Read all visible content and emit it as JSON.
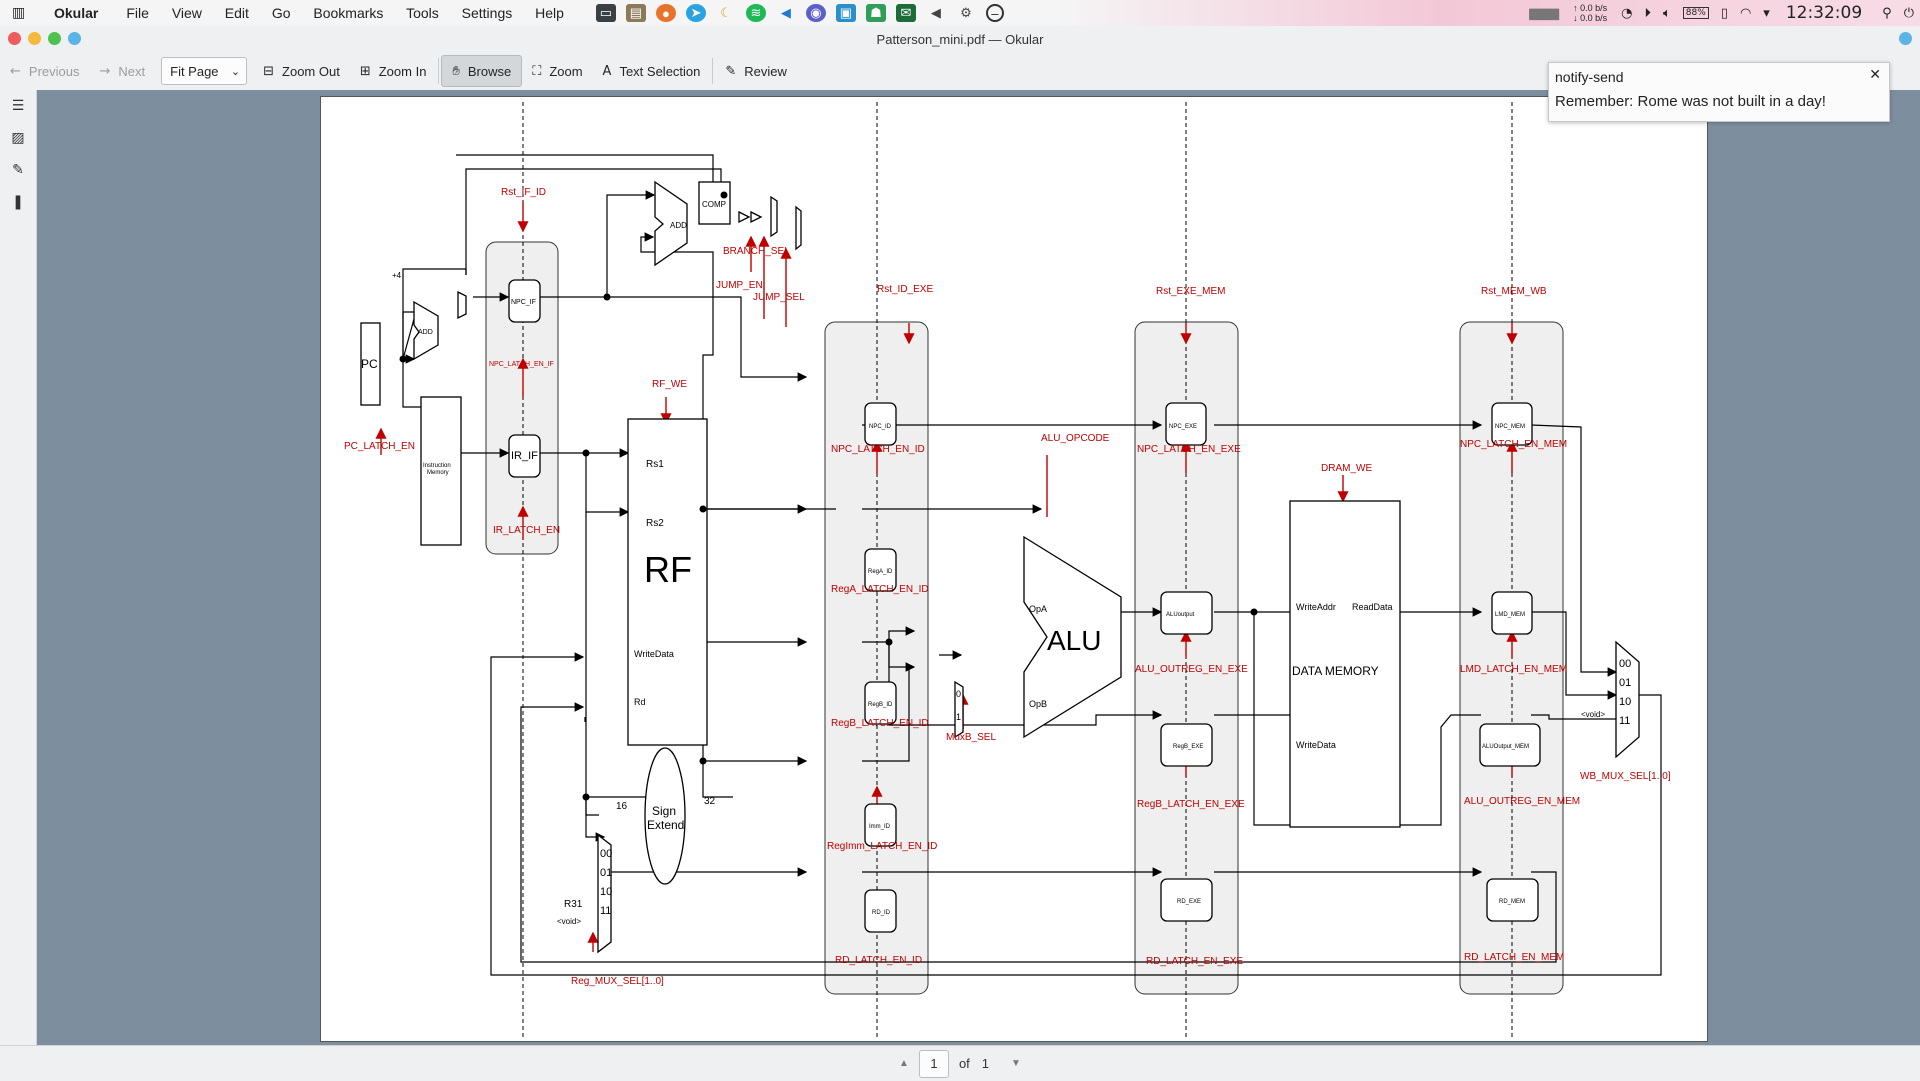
{
  "panel": {
    "app_name": "Okular",
    "menu": [
      "File",
      "View",
      "Edit",
      "Go",
      "Bookmarks",
      "Tools",
      "Settings",
      "Help"
    ],
    "net_up": "0.0 b/s",
    "net_down": "0.0 b/s",
    "battery": "88%",
    "clock": "12:32:09"
  },
  "window": {
    "title": "Patterson_mini.pdf — Okular"
  },
  "toolbar": {
    "previous": "Previous",
    "next": "Next",
    "fit_page": "Fit Page",
    "zoom_out": "Zoom Out",
    "zoom_in": "Zoom In",
    "browse": "Browse",
    "zoom": "Zoom",
    "text_selection": "Text Selection",
    "review": "Review"
  },
  "notification": {
    "title": "notify-send",
    "body": "Remember: Rome was not built in a day!"
  },
  "pager": {
    "current": "1",
    "of_label": "of",
    "total": "1"
  },
  "diagram": {
    "rst_if_id": "Rst_IF_ID",
    "rst_id_exe": "Rst_ID_EXE",
    "rst_exe_mem": "Rst_EXE_MEM",
    "rst_mem_wb": "Rst_MEM_WB",
    "plus4": "+4",
    "add": "ADD",
    "add2": "ADD",
    "comp": "COMP",
    "branch_sel": "BRANCH_SEL",
    "jump_en": "JUMP_EN",
    "jump_sel": "JUMP_SEL",
    "pc": "PC",
    "pc_latch_en": "PC_LATCH_EN",
    "instr_mem": "Instruction",
    "instr_mem2": "Memory",
    "npc_if": "NPC_IF",
    "npc_latch_en_if": "NPC_LATCH_EN_IF",
    "ir_if": "IR_IF",
    "ir_latch_en": "IR_LATCH_EN",
    "rf_we": "RF_WE",
    "rs1": "Rs1",
    "rs2": "Rs2",
    "rf": "RF",
    "writedata": "WriteData",
    "rd": "Rd",
    "n16": "16",
    "n32": "32",
    "sign": "Sign",
    "extend": "Extend",
    "r31": "R31",
    "void1": "<void>",
    "reg_mux_sel": "Reg_MUX_SEL[1..0]",
    "m00": "00",
    "m01": "01",
    "m10": "10",
    "m11": "11",
    "npc_id": "NPC_ID",
    "npc_latch_en_id": "NPC_LATCH_EN_ID",
    "rega_id": "RegA_ID",
    "rega_latch_en_id": "RegA_LATCH_EN_ID",
    "regb_id": "RegB_ID",
    "regb_latch_en_id": "RegB_LATCH_EN_ID",
    "imm_id": "Imm_ID",
    "regimm_latch_en_id": "RegImm_LATCH_EN_ID",
    "rd_id": "RD_ID",
    "rd_latch_en_id": "RD_LATCH_EN_ID",
    "alu_opcode": "ALU_OPCODE",
    "opa": "OpA",
    "opb": "OpB",
    "alu": "ALU",
    "mux0": "0",
    "mux1": "1",
    "muxb_sel": "MuxB_SEL",
    "npc_exe": "NPC_EXE",
    "npc_latch_en_exe": "NPC_LATCH_EN_EXE",
    "aluoutput": "ALUoutput",
    "alu_outreg_en_exe": "ALU_OUTREG_EN_EXE",
    "regb_exe": "RegB_EXE",
    "regb_latch_en_exe": "RegB_LATCH_EN_EXE",
    "rd_exe": "RD_EXE",
    "rd_latch_en_exe": "RD_LATCH_EN_EXE",
    "dram_we": "DRAM_WE",
    "writeaddr": "WriteAddr",
    "readdata": "ReadData",
    "data_memory": "DATA MEMORY",
    "writedata2": "WriteData",
    "npc_mem": "NPC_MEM",
    "npc_latch_en_mem": "NPC_LATCH_EN_MEM",
    "lmd_mem": "LMD_MEM",
    "lmd_latch_en_mem": "LMD_LATCH_EN_MEM",
    "aluoutput_mem": "ALUOutput_MEM",
    "alu_outreg_en_mem": "ALU_OUTREG_EN_MEM",
    "rd_mem": "RD_MEM",
    "rd_latch_en_mem": "RD_LATCH_EN_MEM",
    "void2": "<void>",
    "wb_mux_sel": "WB_MUX_SEL[1..0]"
  },
  "colors": {
    "signal": "#c00000",
    "stage_fill": "#efefef"
  }
}
